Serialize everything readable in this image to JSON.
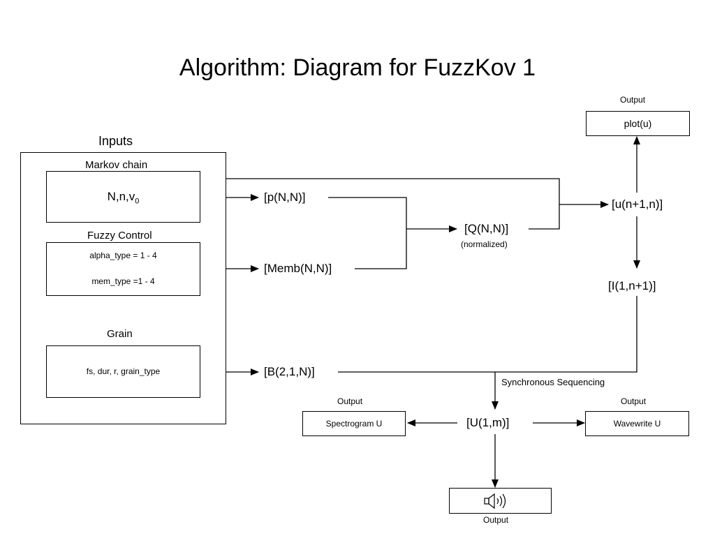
{
  "title": "Algorithm: Diagram for FuzzKov 1",
  "inputs": {
    "label": "Inputs",
    "markov": {
      "label": "Markov chain",
      "params_base": "N,n,v",
      "params_sub": "0"
    },
    "fuzzy": {
      "label": "Fuzzy Control",
      "line1": "alpha_type = 1 - 4",
      "line2": "mem_type =1 - 4"
    },
    "grain": {
      "label": "Grain",
      "params": "fs, dur, r, grain_type"
    }
  },
  "nodes": {
    "p": "[p(N,N)]",
    "memb": "[Memb(N,N)]",
    "b": "[B(2,1,N)]",
    "q": "[Q(N,N)]",
    "q_note": "(normalized)",
    "u": "[u(n+1,n)]",
    "i": "[I(1,n+1)]",
    "U": "[U(1,m)]"
  },
  "sync_label": "Synchronous Sequencing",
  "outputs": {
    "plot": {
      "label": "Output",
      "box": "plot(u)"
    },
    "spectrogram": {
      "label": "Output",
      "box": "Spectrogram U"
    },
    "wavewrite": {
      "label": "Output",
      "box": "Wavewrite U"
    },
    "audio": {
      "label": "Output",
      "icon": "speaker-icon"
    }
  }
}
